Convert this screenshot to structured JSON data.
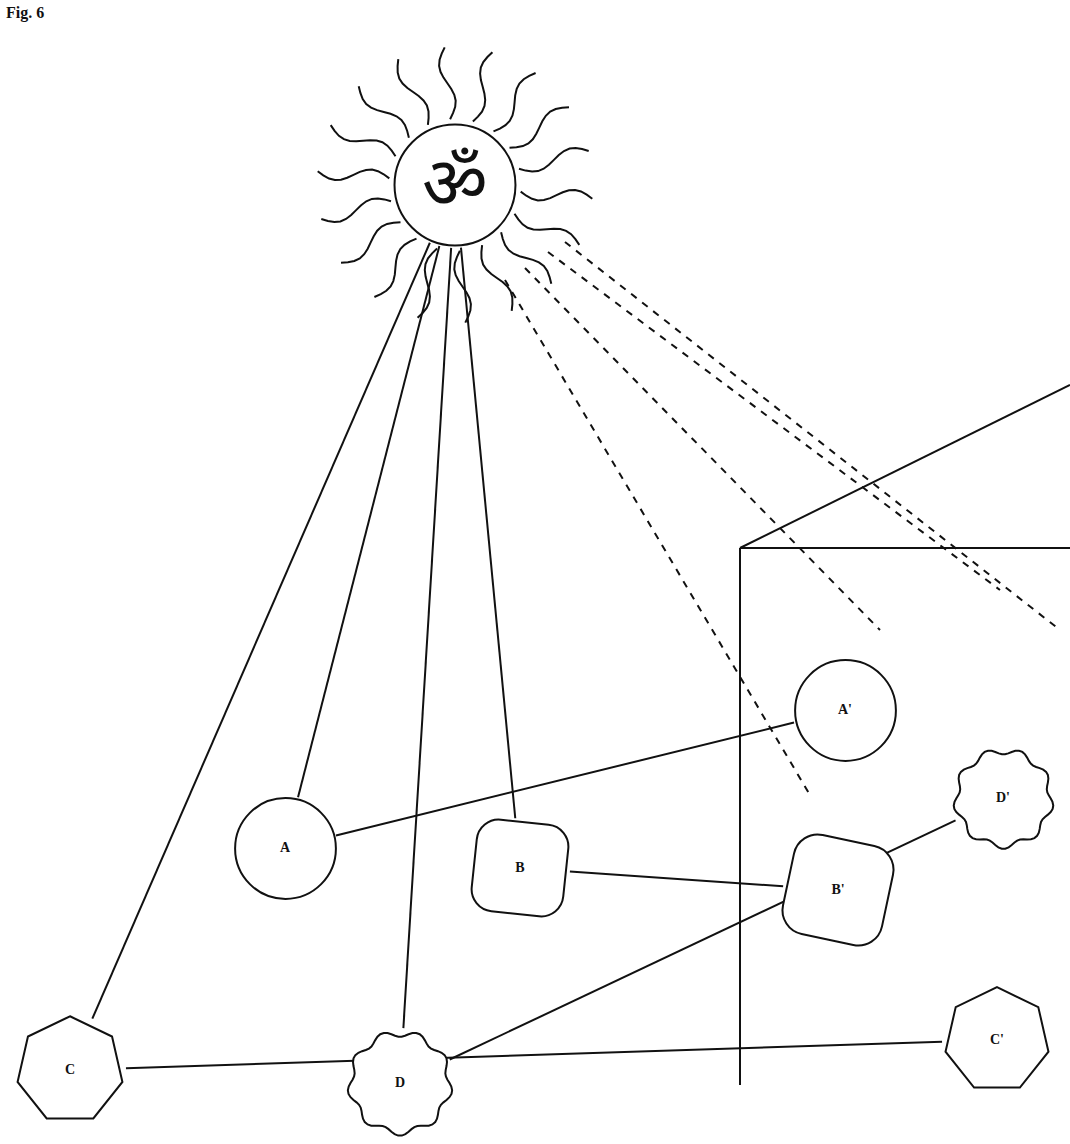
{
  "diagram": {
    "nodes": [
      {
        "text": [
          "ॐ"
        ]
      },
      {
        "text": [
          "A"
        ]
      },
      {
        "text": [
          "B"
        ]
      },
      {
        "text": [
          "C"
        ]
      },
      {
        "text": [
          "D"
        ]
      },
      {
        "text": [
          "A'"
        ]
      },
      {
        "text": [
          "B'"
        ]
      },
      {
        "text": [
          "C'"
        ]
      },
      {
        "text": [
          "D'"
        ]
      }
    ],
    "edges": [
      {
        "from": 0,
        "to": 1,
        "arrow": "none"
      },
      {
        "from": 0,
        "to": 2,
        "arrow": "none"
      },
      {
        "from": 0,
        "to": 3,
        "arrow": "none"
      },
      {
        "from": 0,
        "to": 4,
        "arrow": "none"
      },
      {
        "from": 1,
        "to": 5,
        "arrow": "none"
      },
      {
        "from": 2,
        "to": 6,
        "arrow": "none"
      },
      {
        "from": 3,
        "to": 7,
        "arrow": "none"
      },
      {
        "from": 4,
        "to": 8,
        "arrow": "none"
      }
    ],
    "labels": [
      "Fig. 6"
    ]
  }
}
